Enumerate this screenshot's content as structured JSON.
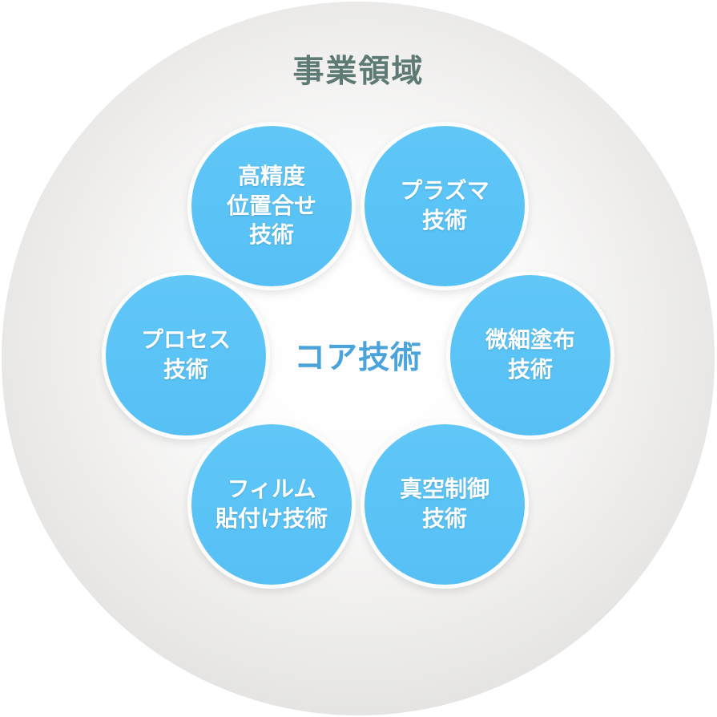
{
  "diagram": {
    "title": "事業領域",
    "center_label": "コア技術",
    "colors": {
      "node_fill": "#5bc3f5",
      "node_ring": "#fcfcfc",
      "node_text": "#ffffff",
      "center_text": "#4aa3da",
      "title_text": "#5d7a75",
      "outer_circle_edge": "#dadada",
      "outer_circle_center": "#ffffff"
    },
    "nodes": [
      {
        "id": "high-precision-alignment",
        "position": "top-left",
        "label": "高精度\n位置合せ\n技術"
      },
      {
        "id": "plasma",
        "position": "top-right",
        "label": "プラズマ\n技術"
      },
      {
        "id": "process",
        "position": "left",
        "label": "プロセス\n技術"
      },
      {
        "id": "fine-coating",
        "position": "right",
        "label": "微細塗布\n技術"
      },
      {
        "id": "film-lamination",
        "position": "bottom-left",
        "label": "フィルム\n貼付け技術"
      },
      {
        "id": "vacuum-control",
        "position": "bottom-right",
        "label": "真空制御\n技術"
      }
    ]
  }
}
